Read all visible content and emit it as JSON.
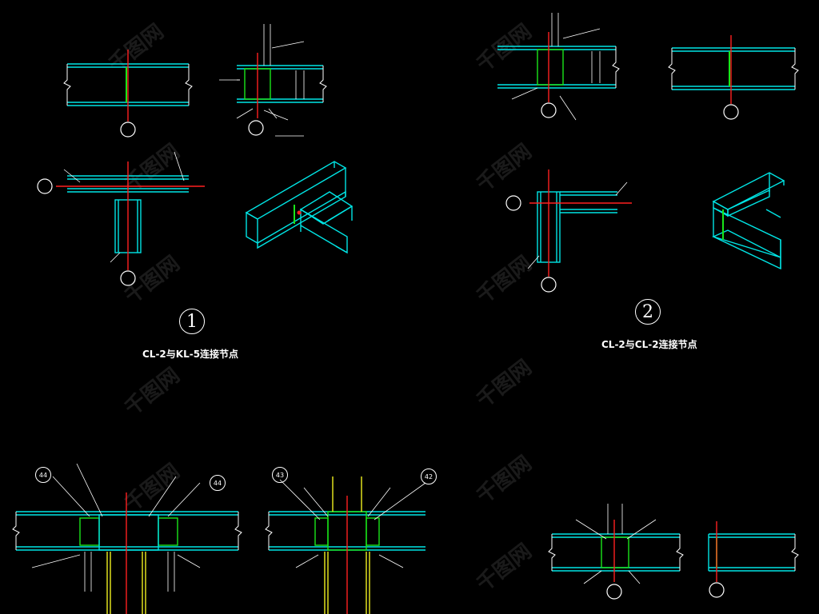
{
  "colors": {
    "background": "#000000",
    "member": "#00e5e5",
    "weld": "#19e619",
    "axis": "#ff2020",
    "column": "#f0f020",
    "text": "#ffffff"
  },
  "watermark": "千图网",
  "node1": {
    "number": "1",
    "caption": "CL-2与KL-5连接节点"
  },
  "node2": {
    "number": "2",
    "caption": "CL-2与CL-2连接节点"
  },
  "bottom_tags": {
    "tag_44_left": "44",
    "tag_44_right": "44",
    "tag_43": "43",
    "tag_42": "42"
  }
}
